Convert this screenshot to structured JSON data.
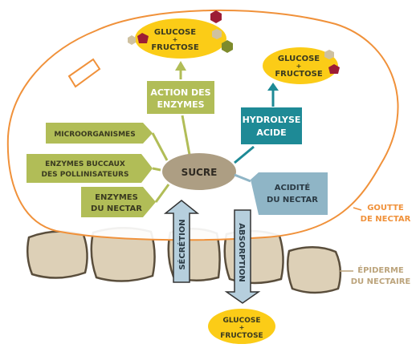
{
  "labels": {
    "glucose_fructose_top": [
      "GLUCOSE",
      "+",
      "FRUCTOSE"
    ],
    "glucose_fructose_right": [
      "GLUCOSE",
      "+",
      "FRUCTOSE"
    ],
    "glucose_fructose_bottom": [
      "GLUCOSE",
      "+",
      "FRUCTOSE"
    ],
    "action_des_enzymes": [
      "ACTION DES",
      "ENZYMES"
    ],
    "hydrolyse_acide": [
      "HYDROLYSE",
      "ACIDE"
    ],
    "microorganismes": "MICROORGANISMES",
    "enzymes_buccaux": [
      "ENZYMES BUCCAUX",
      "DES POLLINISATEURS"
    ],
    "enzymes_du_nectar": [
      "ENZYMES",
      "DU NECTAR"
    ],
    "sucre": "SUCRE",
    "acidite_du_nectar": [
      "ACIDITÉ",
      "DU NECTAR"
    ],
    "secretion": "SÉCRÉTION",
    "absorption": "ABSORPTION",
    "goutte_de_nectar": [
      "GOUTTE",
      "DE NECTAR"
    ],
    "epiderme_du_nectaire": [
      "ÉPIDERME",
      "DU NECTAIRE"
    ]
  },
  "colors": {
    "drop_outline": "#f0913a",
    "olive": "#b1bd57",
    "olive_text": "#3a3a20",
    "teal": "#1e8a96",
    "light_blue": "#8fb5c6",
    "sucre_fill": "#ad9e83",
    "yellow": "#fbcc17",
    "cell_fill": "#ddd0b7",
    "cell_stroke": "#5a4e3c",
    "arrow_dark": "#333333",
    "hex_red": "#9c1c35",
    "hex_olive": "#7e8b2c",
    "hex_beige": "#cfc1a0",
    "annotation_text": "#bca47c"
  }
}
